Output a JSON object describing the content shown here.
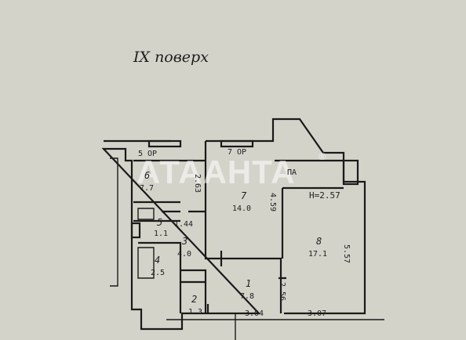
{
  "floor_title": "IX поверх",
  "watermark": "АТААНТА",
  "watermark_reg": "®",
  "rooms": [
    {
      "id": "6",
      "area": "7.7"
    },
    {
      "id": "7",
      "area": "14.0"
    },
    {
      "id": "8",
      "area": "17.1"
    },
    {
      "id": "5",
      "area": "1.1"
    },
    {
      "id": "3",
      "area": "4.0"
    },
    {
      "id": "4",
      "area": "2.5"
    },
    {
      "id": "1",
      "area": "7.8"
    },
    {
      "id": "2",
      "area": "1.3"
    }
  ],
  "dimensions": {
    "d_2_63": "2.63",
    "d_4_59": "4.59",
    "d_5_57": "5.57",
    "d_1_44": "1.44",
    "d_3_04": "3.04",
    "d_3_07": "3.07",
    "d_2_56": "2.56",
    "ceiling": "H=2.57"
  },
  "markers": {
    "m_7_op": "7 ОР",
    "m_5_op": "5 ОР",
    "m_pa": "ПА"
  }
}
